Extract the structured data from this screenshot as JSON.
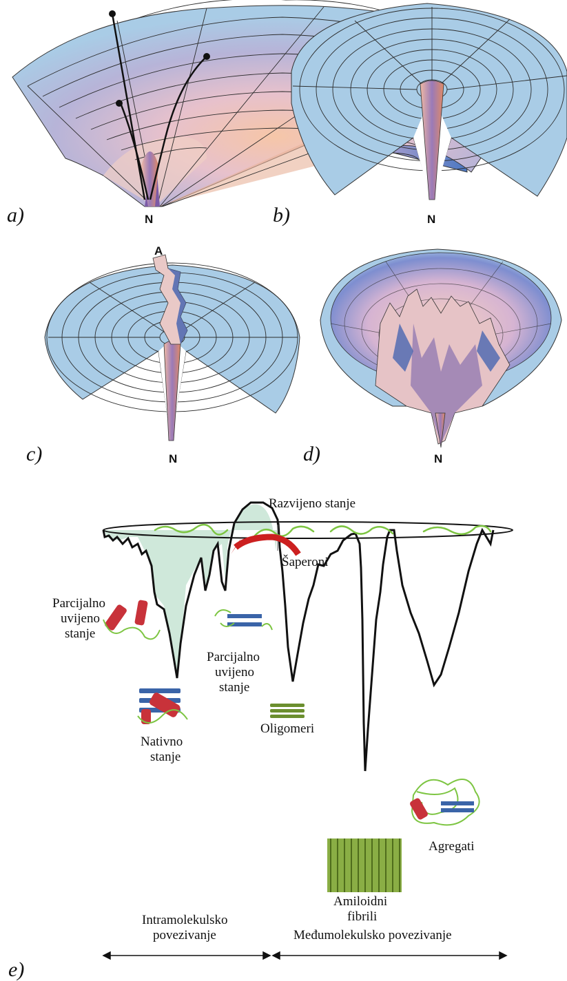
{
  "panels": {
    "a": {
      "label": "a)",
      "bottom": "N"
    },
    "b": {
      "label": "b)",
      "bottom": "N"
    },
    "c": {
      "label": "c)",
      "bottom": "N",
      "top": "A"
    },
    "d": {
      "label": "d)",
      "bottom": "N"
    },
    "e": {
      "label": "e)"
    }
  },
  "landscape_e": {
    "title": "Razvijeno stanje",
    "chaperones": "Šaperoni",
    "partial_left": [
      "Parcijalno",
      "uvijeno",
      "stanje"
    ],
    "partial_mid": [
      "Parcijalno",
      "uvijeno",
      "stanje"
    ],
    "native": [
      "Nativno",
      "stanje"
    ],
    "oligomers": "Oligomeri",
    "aggregates": "Agregati",
    "amyloid": [
      "Amiloidni",
      "fibrili"
    ],
    "intra": [
      "Intramolekulsko",
      "povezivanje"
    ],
    "inter": "Međumolekulsko povezivanje"
  },
  "colors": {
    "funnel_blue": "#a9cce6",
    "grid_line": "#2b2b2b",
    "folded_shade": "#cfe8da",
    "helix_red": "#c8323a",
    "strand_blue": "#3a64a8",
    "chain_green": "#7dc542",
    "fibril_green": "#6b8f2e",
    "arrow_red": "#cc2020"
  }
}
